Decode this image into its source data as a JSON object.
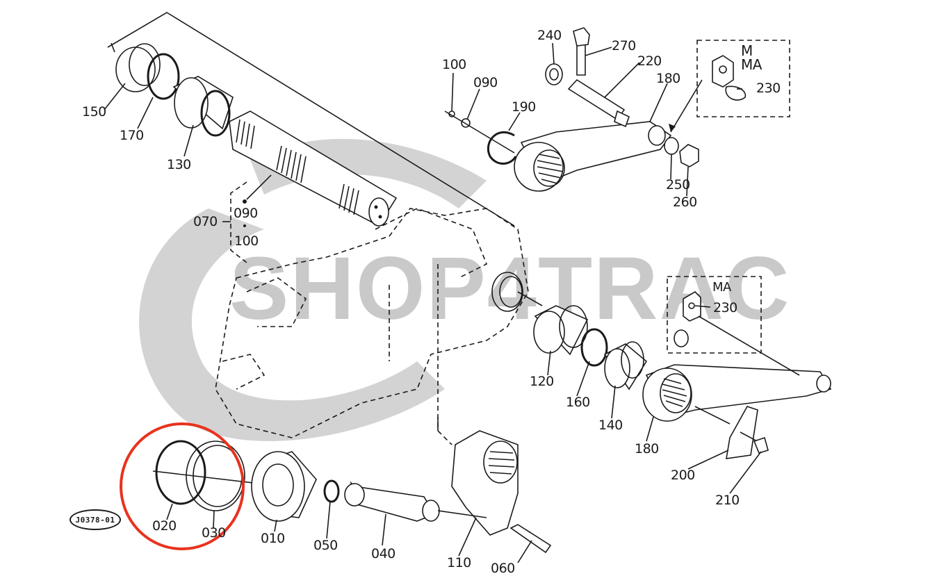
{
  "diagram": {
    "type": "exploded-parts-diagram",
    "watermark": "SHOP4TRAC",
    "reference_code": "J0378-01",
    "highlight": {
      "shape": "circle",
      "color": "#e8321e",
      "encloses_parts": [
        "020",
        "030"
      ]
    },
    "variant_boxes": [
      {
        "labels": [
          "M",
          "MA"
        ],
        "part": "230"
      },
      {
        "labels": [
          "MA"
        ],
        "part": "230"
      }
    ],
    "group_bracket": {
      "parent": "070",
      "children": [
        "090",
        "100"
      ]
    },
    "parts": {
      "p010": "010",
      "p020": "020",
      "p030": "030",
      "p040": "040",
      "p050": "050",
      "p060": "060",
      "p070": "070",
      "p090a": "090",
      "p100a": "100",
      "p090b": "090",
      "p100b": "100",
      "p110": "110",
      "p120": "120",
      "p130": "130",
      "p140": "140",
      "p150": "150",
      "p160": "160",
      "p170": "170",
      "p180a": "180",
      "p180b": "180",
      "p190": "190",
      "p200": "200",
      "p210": "210",
      "p220": "220",
      "p230a": "230",
      "p230b": "230",
      "p240": "240",
      "p250": "250",
      "p260": "260",
      "p270": "270",
      "box1_m": "M",
      "box1_ma": "MA",
      "box2_ma": "MA"
    },
    "colors": {
      "line": "#1a1a1a",
      "watermark": "#c9c9c9",
      "highlight": "#e8321e",
      "background": "#ffffff"
    }
  }
}
